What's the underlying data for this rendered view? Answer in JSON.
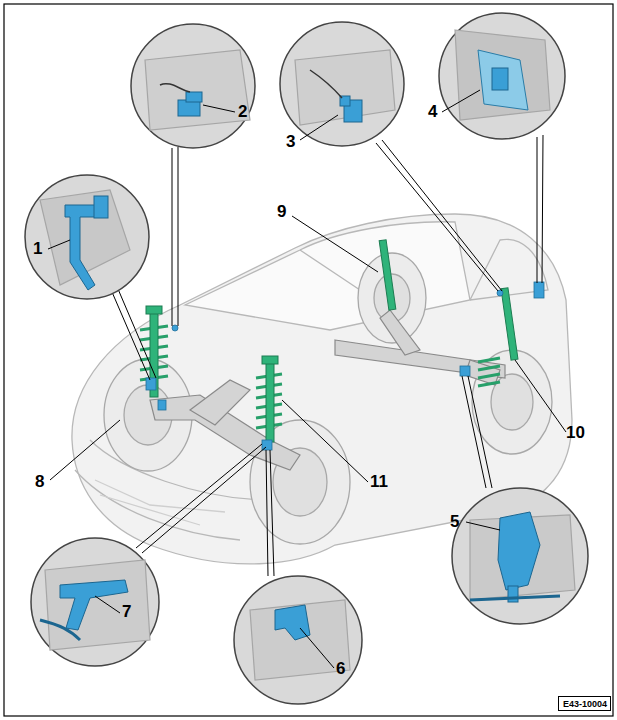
{
  "diagram": {
    "nodes": [
      {
        "text": [
          "E43-10004"
        ]
      }
    ],
    "labels": [
      "2",
      "3",
      "4",
      "1",
      "9",
      "8",
      "11",
      "10",
      "5",
      "7",
      "6"
    ]
  }
}
